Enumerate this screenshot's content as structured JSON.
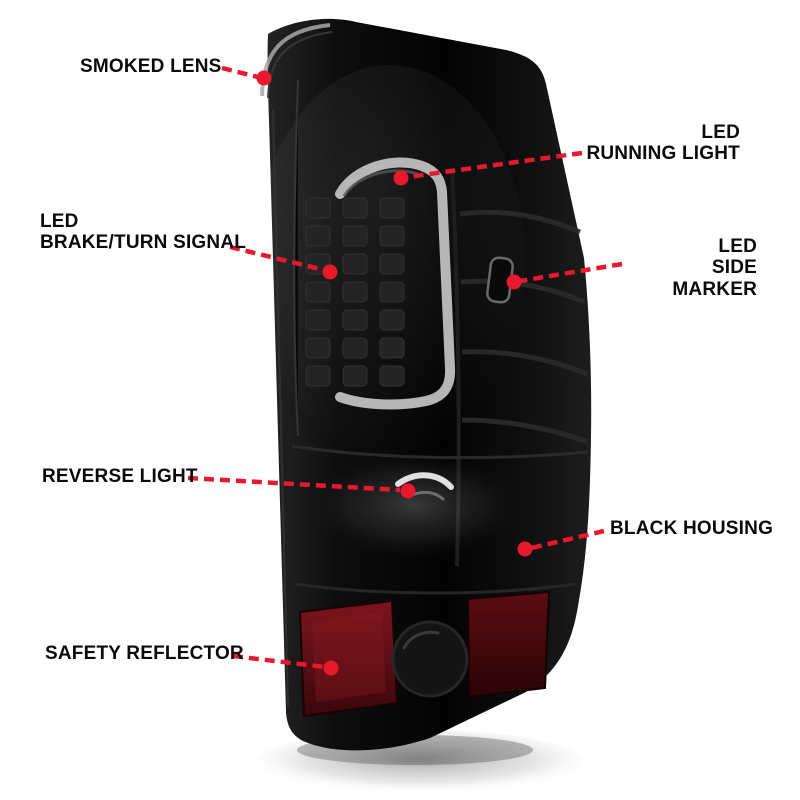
{
  "figure": {
    "title": "annotated tail light product diagram"
  },
  "annotation": {
    "line_color": "#e8192c",
    "dot_color": "#e8192c",
    "text_color": "#0a0a0a"
  },
  "callouts": [
    {
      "name": "smoked-lens",
      "label": "SMOKED LENS"
    },
    {
      "name": "led-running-light",
      "label": "LED\nRUNNING LIGHT"
    },
    {
      "name": "led-brake-turn-signal",
      "label": "LED\nBRAKE/TURN SIGNAL"
    },
    {
      "name": "led-side-marker",
      "label": "LED\nSIDE MARKER"
    },
    {
      "name": "reverse-light",
      "label": "REVERSE LIGHT"
    },
    {
      "name": "black-housing",
      "label": "BLACK HOUSING"
    },
    {
      "name": "safety-reflector",
      "label": "SAFETY REFLECTOR"
    }
  ]
}
